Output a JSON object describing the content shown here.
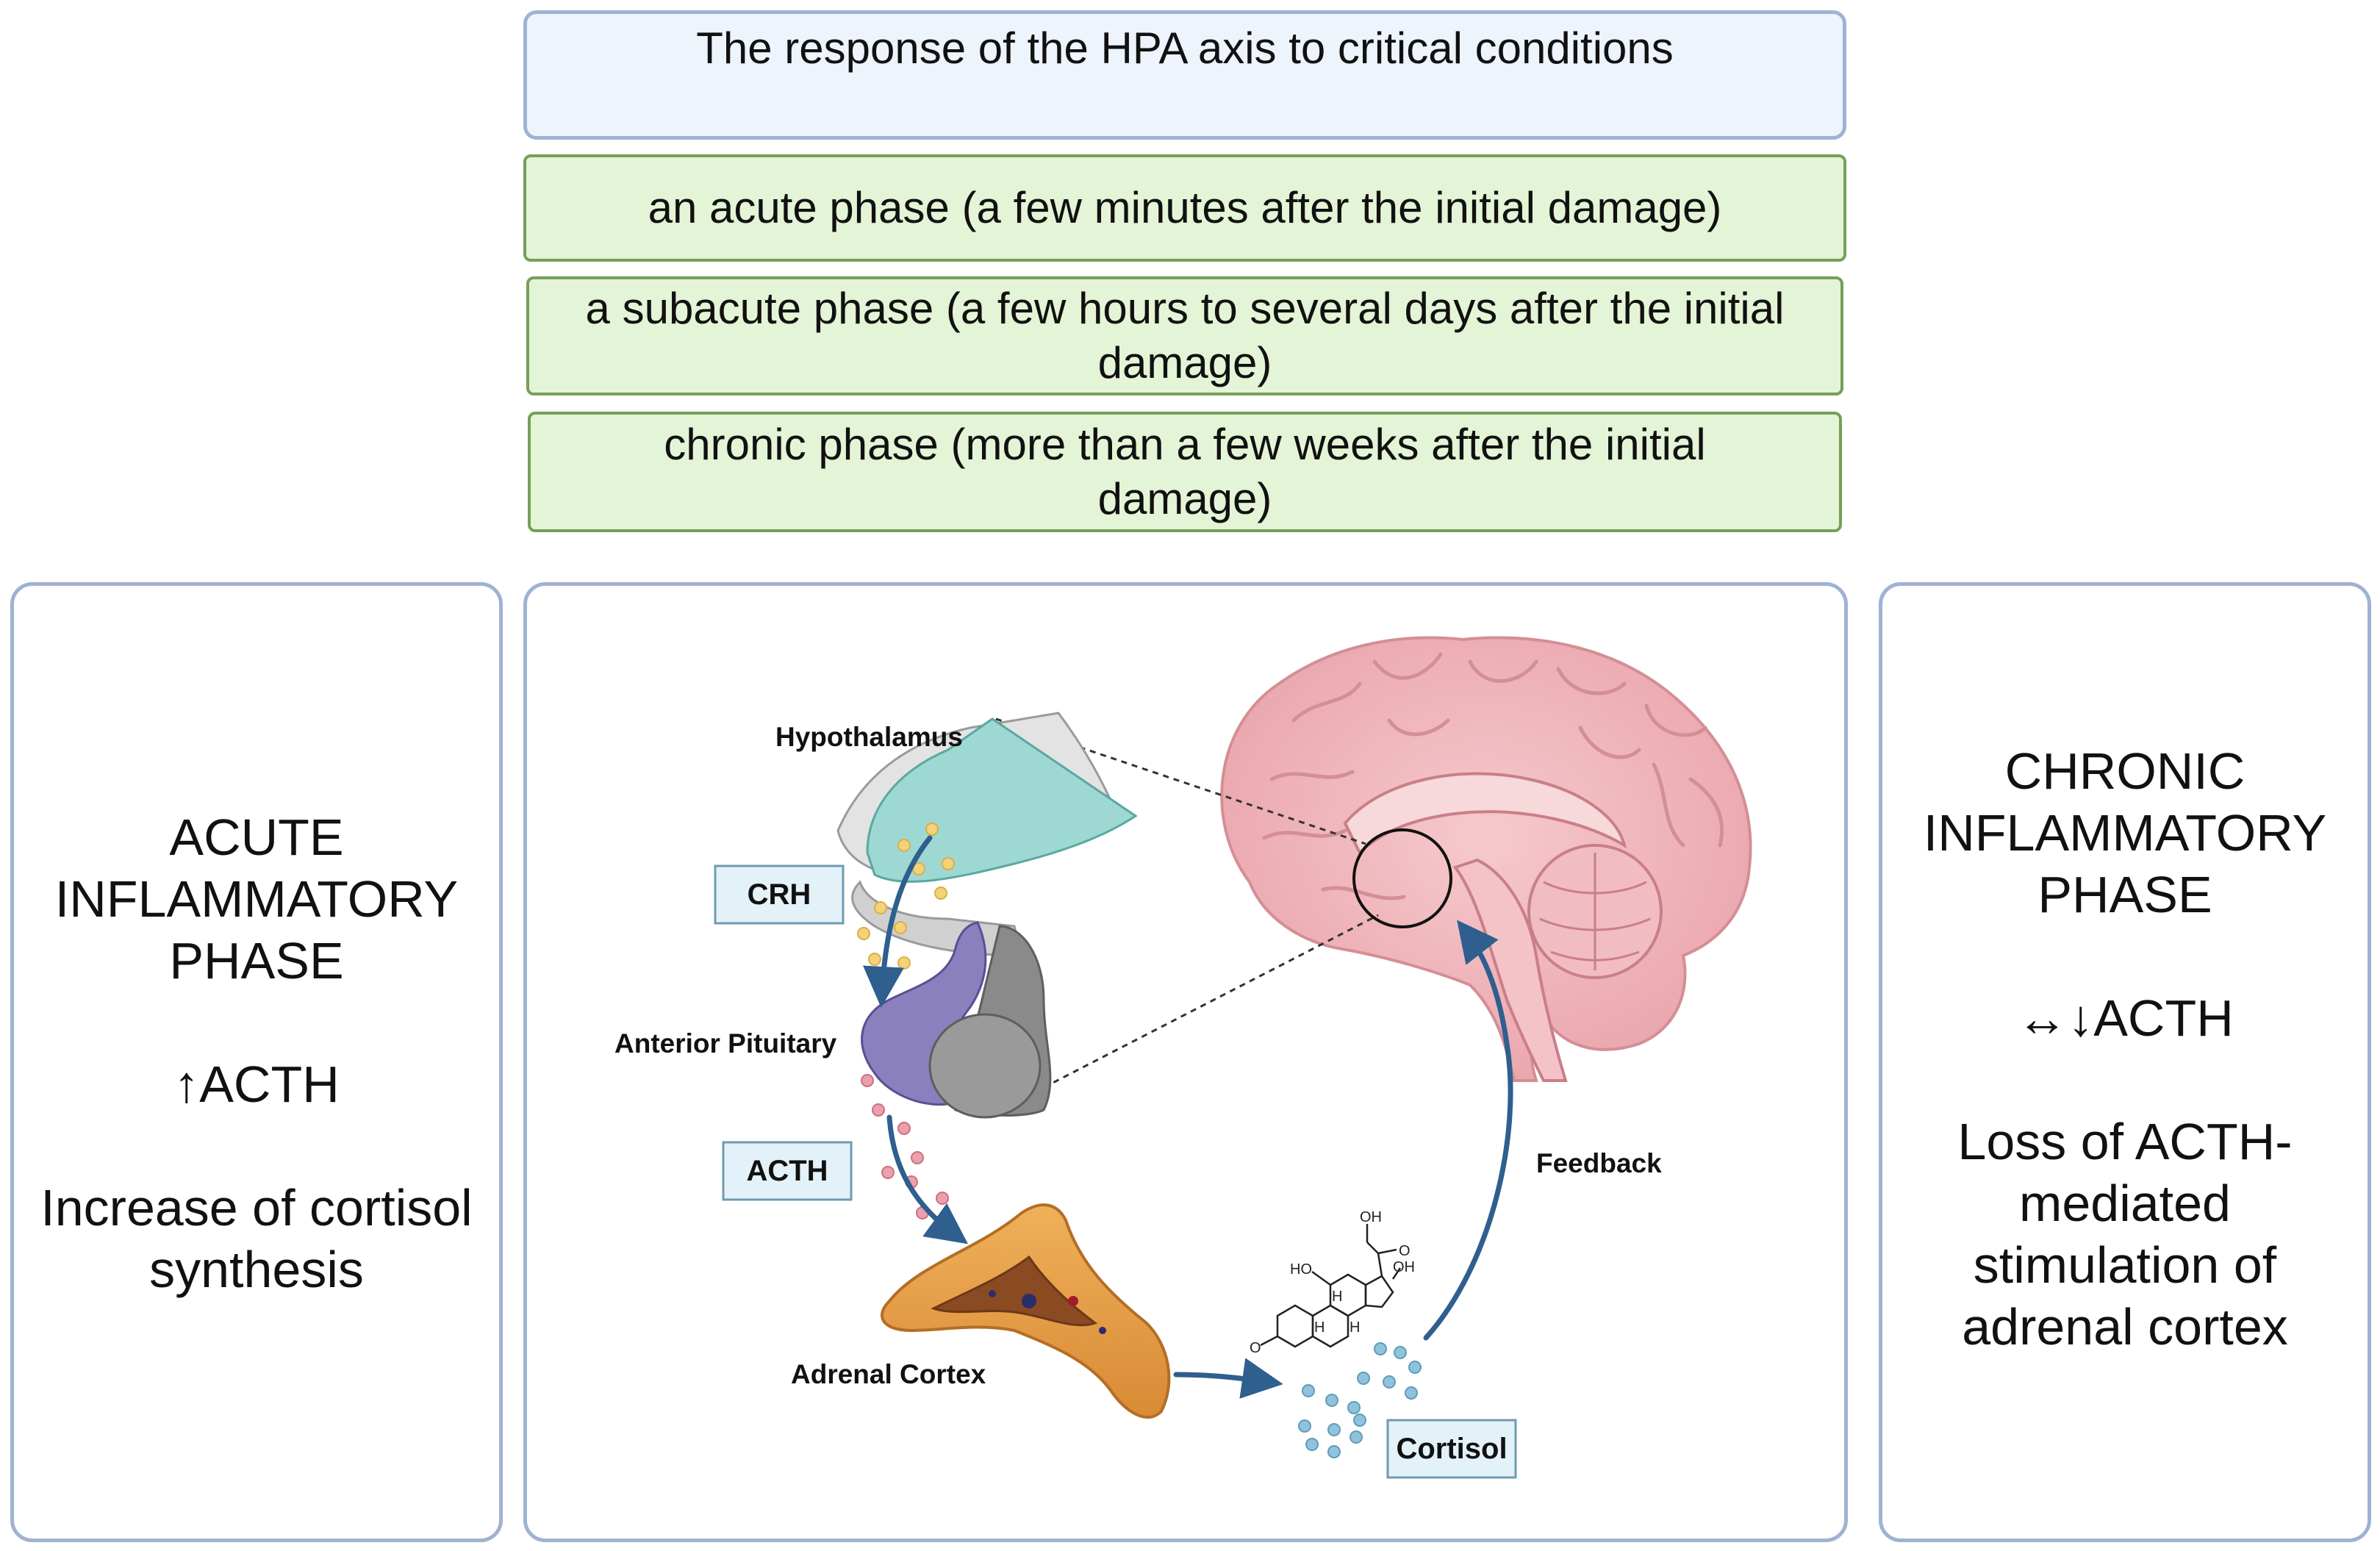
{
  "title": "The response of the HPA axis to critical conditions",
  "phases": [
    "an acute phase (a few minutes after the initial damage)",
    "a subacute phase (a few hours to several days after the initial damage)",
    "chronic phase (more than a few weeks after the initial damage)"
  ],
  "left_panel": {
    "heading": [
      "ACUTE",
      "INFLAMMATORY",
      "PHASE"
    ],
    "acth": "↑ACTH",
    "effect": [
      "Increase of cortisol",
      "synthesis"
    ]
  },
  "right_panel": {
    "heading": [
      "CHRONIC",
      "INFLAMMATORY",
      "PHASE"
    ],
    "acth": "↔↓ACTH",
    "effect": [
      "Loss of ACTH-",
      "mediated",
      "stimulation of",
      "adrenal cortex"
    ]
  },
  "diagram": {
    "hypothalamus": "Hypothalamus",
    "anterior_pituitary": "Anterior Pituitary",
    "adrenal_cortex": "Adrenal Cortex",
    "feedback": "Feedback",
    "crh": "CRH",
    "acth": "ACTH",
    "cortisol": "Cortisol",
    "molecule_labels": {
      "oh_top": "OH",
      "oh_right": "OH",
      "ho_left": "HO",
      "o_side": "O",
      "o_ketone": "O",
      "h1": "H",
      "h2": "H",
      "h3": "H"
    }
  },
  "colors": {
    "title_fill": "#eef4fc",
    "panel_border": "#9fb2d3",
    "phase_fill": "#e4f4d6",
    "phase_border": "#74a05a",
    "arrow": "#2e5f8e",
    "brain": "#f2b8be"
  }
}
